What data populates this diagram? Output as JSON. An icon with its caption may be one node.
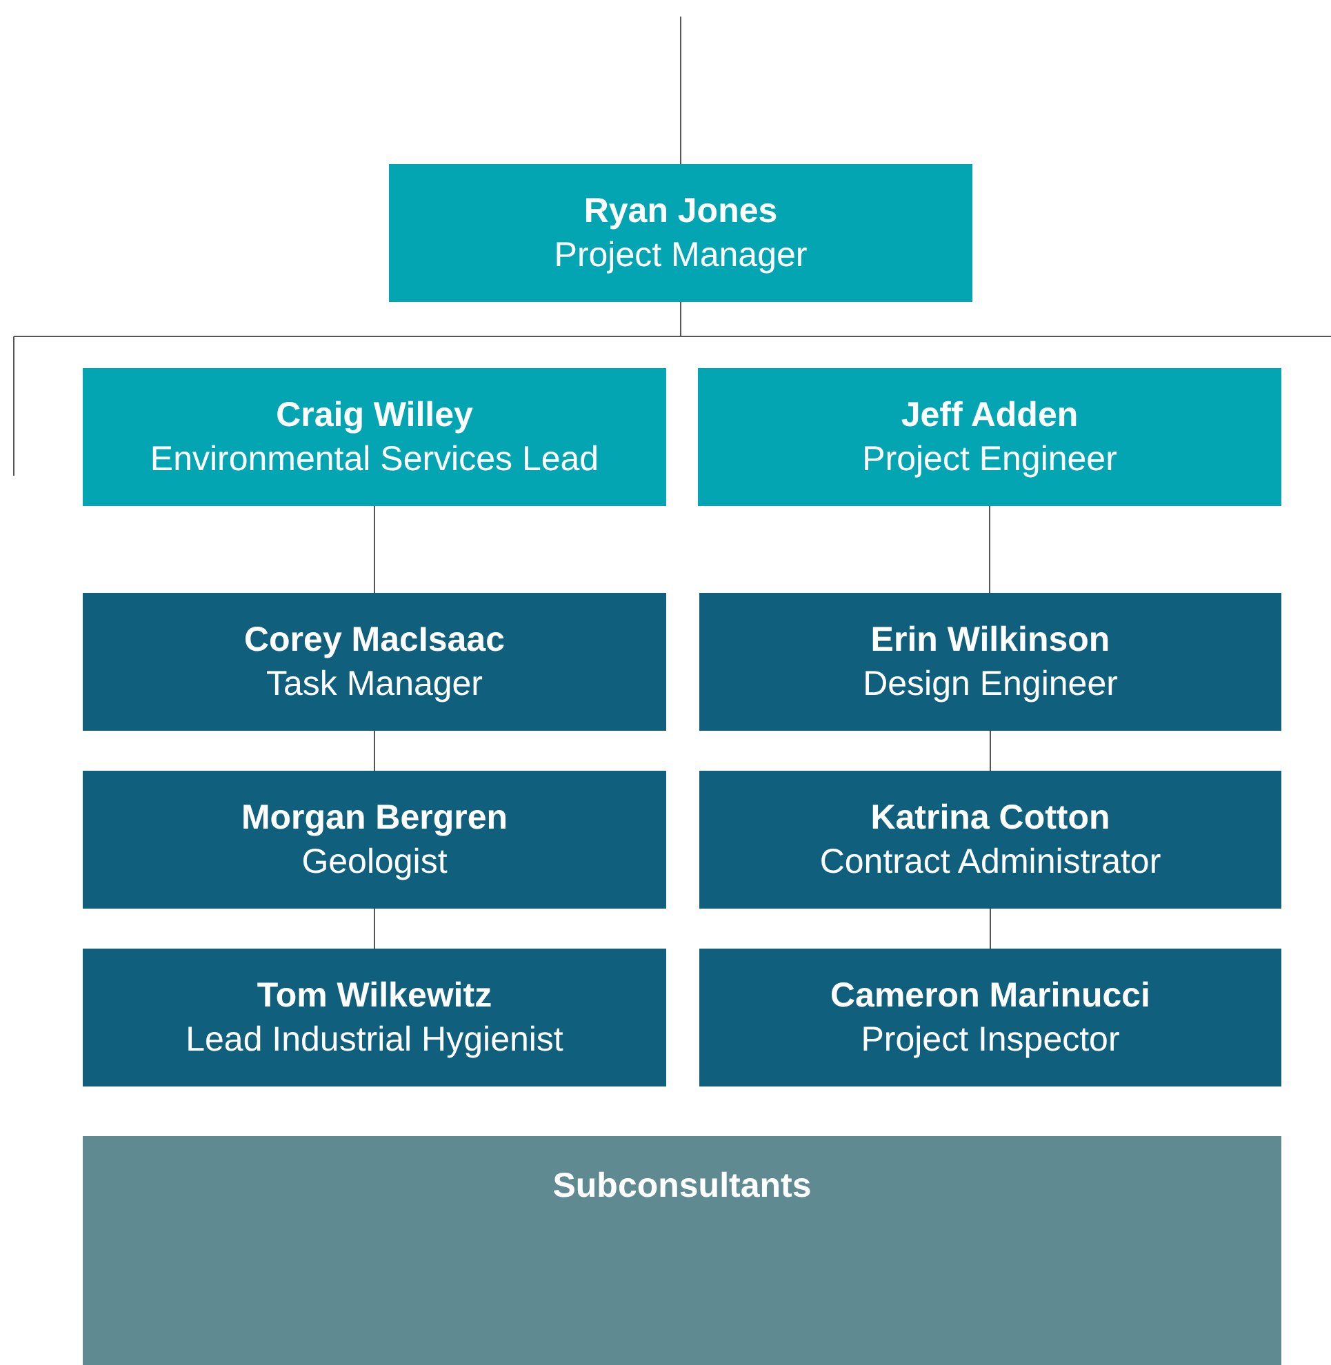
{
  "diagram": {
    "nodes": [
      {
        "text": [
          "Ryan Jones",
          "Project Manager"
        ]
      },
      {
        "text": [
          "Craig Willey",
          "Environmental Services Lead"
        ]
      },
      {
        "text": [
          "Jeff Adden",
          "Project Engineer"
        ]
      },
      {
        "text": [
          "Corey MacIsaac",
          "Task Manager"
        ]
      },
      {
        "text": [
          "Erin Wilkinson",
          "Design Engineer"
        ]
      },
      {
        "text": [
          "Morgan Bergren",
          "Geologist"
        ]
      },
      {
        "text": [
          "Katrina Cotton",
          "Contract Administrator"
        ]
      },
      {
        "text": [
          "Tom Wilkewitz",
          "Lead Industrial Hygienist"
        ]
      },
      {
        "text": [
          "Cameron Marinucci",
          "Project Inspector"
        ]
      },
      {
        "text": [
          "Subconsultants"
        ]
      }
    ],
    "edges": [
      {
        "from": null,
        "to": 0,
        "arrow": "none"
      },
      {
        "from": 0,
        "to": null,
        "arrow": "none"
      },
      {
        "from": 1,
        "to": 3,
        "arrow": "none"
      },
      {
        "from": 3,
        "to": 5,
        "arrow": "none"
      },
      {
        "from": 5,
        "to": 7,
        "arrow": "none"
      },
      {
        "from": 2,
        "to": 4,
        "arrow": "none"
      },
      {
        "from": 4,
        "to": 6,
        "arrow": "none"
      },
      {
        "from": 6,
        "to": 8,
        "arrow": "none"
      }
    ]
  }
}
